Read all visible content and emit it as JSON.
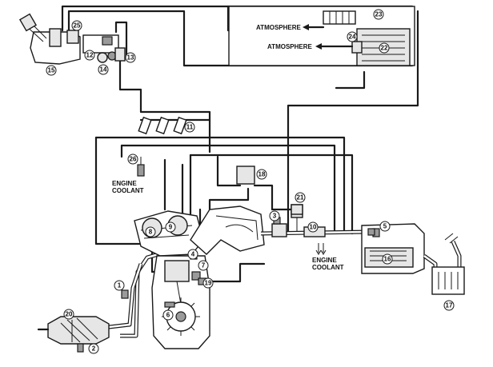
{
  "labels": {
    "atmosphere_top": "ATMOSPHERE",
    "atmosphere_bottom": "ATMOSPHERE",
    "engine_coolant_1a": "ENGINE",
    "engine_coolant_1b": "COOLANT",
    "engine_coolant_2a": "ENGINE",
    "engine_coolant_2b": "COOLANT"
  },
  "callouts": {
    "n1": "1",
    "n2": "2",
    "n3": "3",
    "n4": "4",
    "n5": "5",
    "n6": "6",
    "n7": "7",
    "n8": "8",
    "n9": "9",
    "n10": "10",
    "n11": "11",
    "n12": "12",
    "n13": "13",
    "n14": "14",
    "n15": "15",
    "n16": "16",
    "n17": "17",
    "n18": "18",
    "n19": "19",
    "n20": "20",
    "n21": "21",
    "n22": "22",
    "n23": "23",
    "n24": "24",
    "n25": "25",
    "n26": "26"
  }
}
